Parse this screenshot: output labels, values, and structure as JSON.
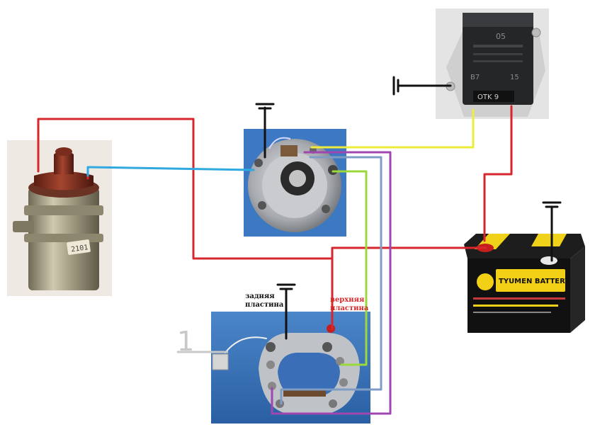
{
  "labels": {
    "rear_plate_line1": "задняя",
    "rear_plate_line2": "пластина",
    "upper_plate_line1": "верхняя",
    "upper_plate_line2": "пластина",
    "wire_marker": "1",
    "regulator_code": "OTK 9",
    "regulator_terminals_left": "B7",
    "regulator_terminals_right": "15",
    "regulator_mark": "05",
    "battery_brand": "TYUMEN BATTERY",
    "coil_sticker": "2101"
  },
  "wires": [
    {
      "name": "red",
      "color": "#d7262c"
    },
    {
      "name": "blue",
      "color": "#30a8e0"
    },
    {
      "name": "yellow",
      "color": "#ecec3a"
    },
    {
      "name": "green",
      "color": "#9bd83a"
    },
    {
      "name": "steel-blue",
      "color": "#7f9cc5"
    },
    {
      "name": "purple",
      "color": "#a046b0"
    },
    {
      "name": "black",
      "color": "#111111"
    }
  ]
}
